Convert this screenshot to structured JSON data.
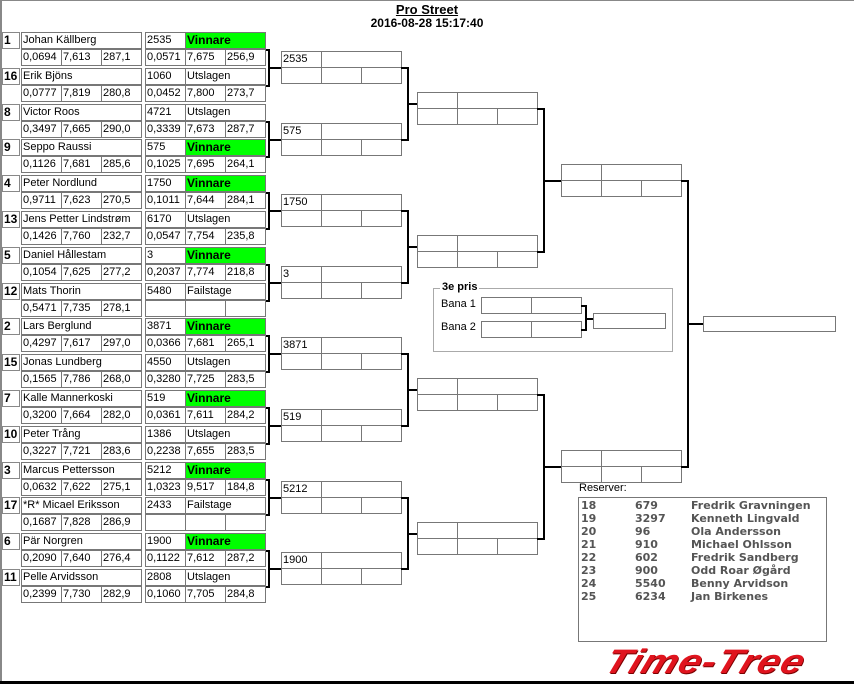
{
  "header": {
    "title": "Pro Street",
    "datetime": "2016-08-28 15:17:40"
  },
  "round1": [
    {
      "seed": "1",
      "name": "Johan Källberg",
      "rt": "0,0694",
      "et": "7,613",
      "speed": "287,1",
      "num": "2535",
      "status": "Vinnare",
      "r_rt": "0,0571",
      "r_et": "7,675",
      "r_speed": "256,9"
    },
    {
      "seed": "16",
      "name": "Erik Bjöns",
      "rt": "0,0777",
      "et": "7,819",
      "speed": "280,8",
      "num": "1060",
      "status": "Utslagen",
      "r_rt": "0,0452",
      "r_et": "7,800",
      "r_speed": "273,7"
    },
    {
      "seed": "8",
      "name": "Victor Roos",
      "rt": "0,3497",
      "et": "7,665",
      "speed": "290,0",
      "num": "4721",
      "status": "Utslagen",
      "r_rt": "0,3339",
      "r_et": "7,673",
      "r_speed": "287,7"
    },
    {
      "seed": "9",
      "name": "Seppo Raussi",
      "rt": "0,1126",
      "et": "7,681",
      "speed": "285,6",
      "num": "575",
      "status": "Vinnare",
      "r_rt": "0,1025",
      "r_et": "7,695",
      "r_speed": "264,1"
    },
    {
      "seed": "4",
      "name": "Peter Nordlund",
      "rt": "0,9711",
      "et": "7,623",
      "speed": "270,5",
      "num": "1750",
      "status": "Vinnare",
      "r_rt": "0,1011",
      "r_et": "7,644",
      "r_speed": "284,1"
    },
    {
      "seed": "13",
      "name": "Jens Petter Lindstrøm",
      "rt": "0,1426",
      "et": "7,760",
      "speed": "232,7",
      "num": "6170",
      "status": "Utslagen",
      "r_rt": "0,0547",
      "r_et": "7,754",
      "r_speed": "235,8"
    },
    {
      "seed": "5",
      "name": "Daniel Hållestam",
      "rt": "0,1054",
      "et": "7,625",
      "speed": "277,2",
      "num": "3",
      "status": "Vinnare",
      "r_rt": "0,2037",
      "r_et": "7,774",
      "r_speed": "218,8"
    },
    {
      "seed": "12",
      "name": "Mats Thorin",
      "rt": "0,5471",
      "et": "7,735",
      "speed": "278,1",
      "num": "5480",
      "status": "Failstage",
      "r_rt": "",
      "r_et": "",
      "r_speed": ""
    },
    {
      "seed": "2",
      "name": "Lars Berglund",
      "rt": "0,4297",
      "et": "7,617",
      "speed": "297,0",
      "num": "3871",
      "status": "Vinnare",
      "r_rt": "0,0366",
      "r_et": "7,681",
      "r_speed": "265,1"
    },
    {
      "seed": "15",
      "name": "Jonas Lundberg",
      "rt": "0,1565",
      "et": "7,786",
      "speed": "268,0",
      "num": "4550",
      "status": "Utslagen",
      "r_rt": "0,3280",
      "r_et": "7,725",
      "r_speed": "283,5"
    },
    {
      "seed": "7",
      "name": "Kalle Mannerkoski",
      "rt": "0,3200",
      "et": "7,664",
      "speed": "282,0",
      "num": "519",
      "status": "Vinnare",
      "r_rt": "0,0361",
      "r_et": "7,611",
      "r_speed": "284,2"
    },
    {
      "seed": "10",
      "name": "Peter Trång",
      "rt": "0,3227",
      "et": "7,721",
      "speed": "283,6",
      "num": "1386",
      "status": "Utslagen",
      "r_rt": "0,2238",
      "r_et": "7,655",
      "r_speed": "283,5"
    },
    {
      "seed": "3",
      "name": "Marcus Pettersson",
      "rt": "0,0632",
      "et": "7,622",
      "speed": "275,1",
      "num": "5212",
      "status": "Vinnare",
      "r_rt": "1,0323",
      "r_et": "9,517",
      "r_speed": "184,8"
    },
    {
      "seed": "17",
      "name": "*R* Micael Eriksson",
      "rt": "0,1687",
      "et": "7,828",
      "speed": "286,9",
      "num": "2433",
      "status": "Failstage",
      "r_rt": "",
      "r_et": "",
      "r_speed": ""
    },
    {
      "seed": "6",
      "name": "Pär  Norgren",
      "rt": "0,2090",
      "et": "7,640",
      "speed": "276,4",
      "num": "1900",
      "status": "Vinnare",
      "r_rt": "0,1122",
      "r_et": "7,612",
      "r_speed": "287,2"
    },
    {
      "seed": "11",
      "name": "Pelle Arvidsson",
      "rt": "0,2399",
      "et": "7,730",
      "speed": "282,9",
      "num": "2808",
      "status": "Utslagen",
      "r_rt": "0,1060",
      "r_et": "7,705",
      "r_speed": "284,8"
    }
  ],
  "round2": [
    "2535",
    "575",
    "1750",
    "3",
    "3871",
    "519",
    "5212",
    "1900"
  ],
  "third_place": {
    "label": "3e pris",
    "lane1": "Bana 1",
    "lane2": "Bana 2"
  },
  "reserves": {
    "label": "Reserver:",
    "rows": [
      {
        "seed": "18",
        "num": "679",
        "name": "Fredrik Gravningen"
      },
      {
        "seed": "19",
        "num": "3297",
        "name": "Kenneth Lingvald"
      },
      {
        "seed": "20",
        "num": "96",
        "name": "Ola Andersson"
      },
      {
        "seed": "21",
        "num": "910",
        "name": "Michael Ohlsson"
      },
      {
        "seed": "22",
        "num": "602",
        "name": "Fredrik Sandberg"
      },
      {
        "seed": "23",
        "num": "900",
        "name": "Odd Roar Øgård"
      },
      {
        "seed": "24",
        "num": "5540",
        "name": "Benny Arvidson"
      },
      {
        "seed": "25",
        "num": "6234",
        "name": "Jan Birkenes"
      }
    ]
  },
  "logo": {
    "text": "Time-Tree"
  },
  "colors": {
    "winner": "#00ff00",
    "logo": "#e0141e"
  }
}
